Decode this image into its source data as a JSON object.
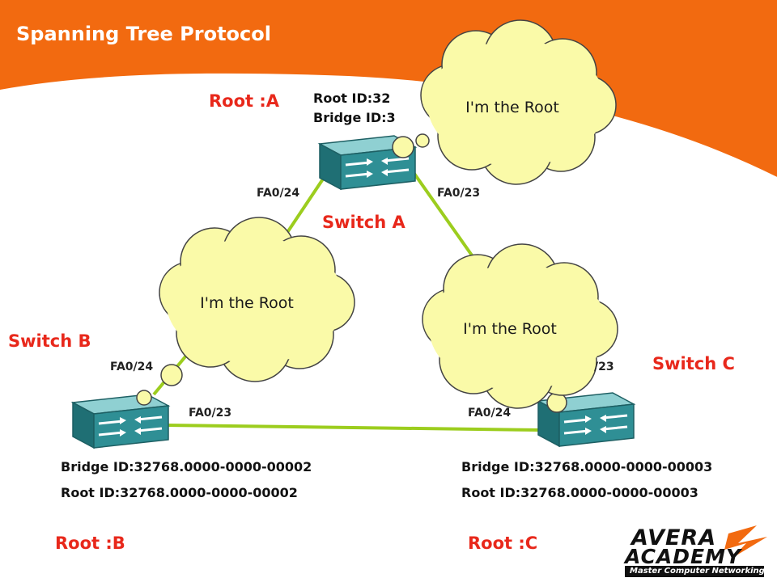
{
  "title": "Spanning Tree Protocol",
  "colors": {
    "accent": "#f26a10",
    "label_red": "#e8281b",
    "link": "#9ccd1e",
    "switch_face": "#2f8f95",
    "cloud_fill": "#fafaa8"
  },
  "switch_a": {
    "name": "Switch A",
    "root_label": "Root :A",
    "root_id": "Root ID:32",
    "bridge_id": "Bridge ID:3",
    "port_left": "FA0/24",
    "port_right": "FA0/23",
    "cloud": "I'm the Root"
  },
  "switch_b": {
    "name": "Switch B",
    "root_label": "Root :B",
    "bridge_id": "Bridge ID:32768.0000-0000-00002",
    "root_id": "Root ID:32768.0000-0000-00002",
    "port_up": "FA0/24",
    "port_right": "FA0/23",
    "cloud": "I'm the Root"
  },
  "switch_c": {
    "name": "Switch C",
    "root_label": "Root :C",
    "bridge_id": "Bridge ID:32768.0000-0000-00003",
    "root_id": "Root ID:32768.0000-0000-00003",
    "port_up": "/23",
    "port_left": "FA0/24",
    "cloud": "I'm the Root"
  },
  "logo": {
    "line1": "AVERA",
    "line2": "ACADEMY",
    "tagline": "Master Computer Networking"
  }
}
